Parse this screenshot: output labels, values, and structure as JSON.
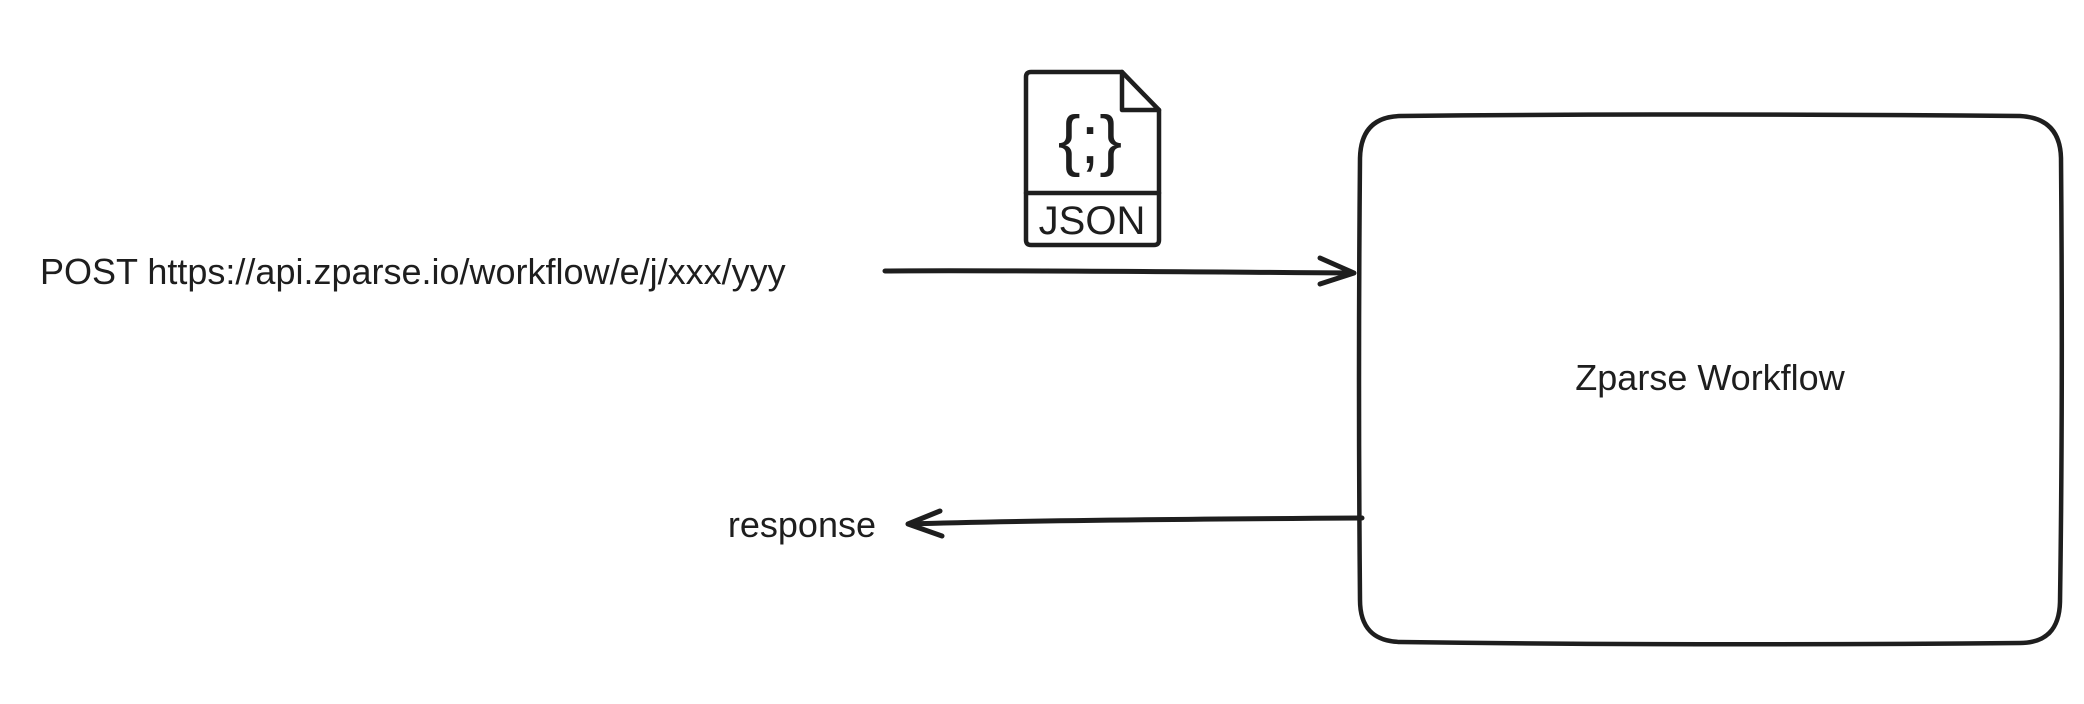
{
  "request": {
    "label": "POST https://api.zparse.io/workflow/e/j/xxx/yyy"
  },
  "payload_file": {
    "icon": "json-file-icon",
    "symbol": "{;}",
    "label": "JSON"
  },
  "workflow_box": {
    "label": "Zparse Workflow"
  },
  "response": {
    "label": "response"
  },
  "colors": {
    "stroke": "#1e1e1e",
    "background": "#ffffff"
  }
}
